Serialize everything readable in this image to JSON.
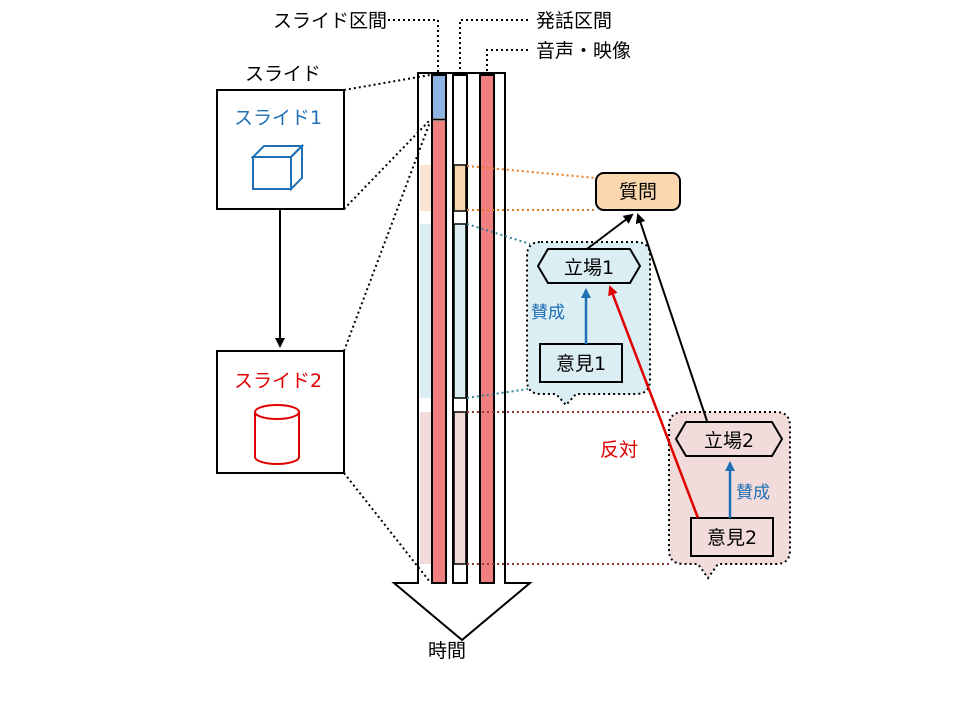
{
  "labels": {
    "slide_section": "スライド区間",
    "speech_section": "発話区間",
    "audio_video": "音声・映像",
    "slides": "スライド",
    "time": "時間"
  },
  "slides": [
    {
      "title": "スライド1",
      "color": "#1f6fb5"
    },
    {
      "title": "スライド2",
      "color": "#e00000"
    }
  ],
  "nodes": {
    "question": "質問",
    "position1": "立場1",
    "opinion1": "意見1",
    "position2": "立場2",
    "opinion2": "意見2"
  },
  "relations": {
    "agree1": "賛成",
    "agree2": "賛成",
    "oppose": "反対"
  },
  "colors": {
    "slide1_bar": "#8eb4e3",
    "red_bar": "#f08080",
    "question_band": "#fce4d4",
    "question_fill": "#fad7ac",
    "position1_band": "#dbeef4",
    "position2_band": "#f2dcdb",
    "orange_dots": "#e57c23",
    "teal_dots": "#31859c",
    "brown_dots": "#953735",
    "agree_blue": "#1f6fb5",
    "oppose_red": "#e00000"
  }
}
